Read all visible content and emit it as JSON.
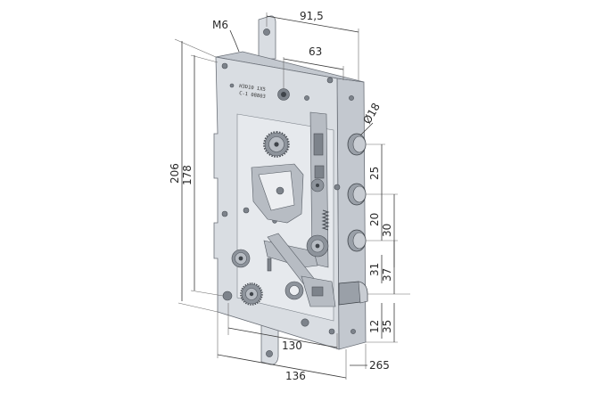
{
  "drawing": {
    "dimensions": {
      "m6": "M6",
      "d91_5": "91,5",
      "d63": "63",
      "d18": "Ø18",
      "d206": "206",
      "d178": "178",
      "d25": "25",
      "d20": "20",
      "d30": "30",
      "d37": "37",
      "d31": "31",
      "d12": "12",
      "d35": "35",
      "d130": "130",
      "d136": "136",
      "d265": "265"
    },
    "plate_marking": {
      "line1": "H3D10 1X5",
      "line2": "C-1 08803"
    },
    "colors": {
      "plate": "#d9dde2",
      "edge": "#c3c8cf",
      "outline": "#6b7078",
      "dimension": "#3a3a3a"
    }
  }
}
